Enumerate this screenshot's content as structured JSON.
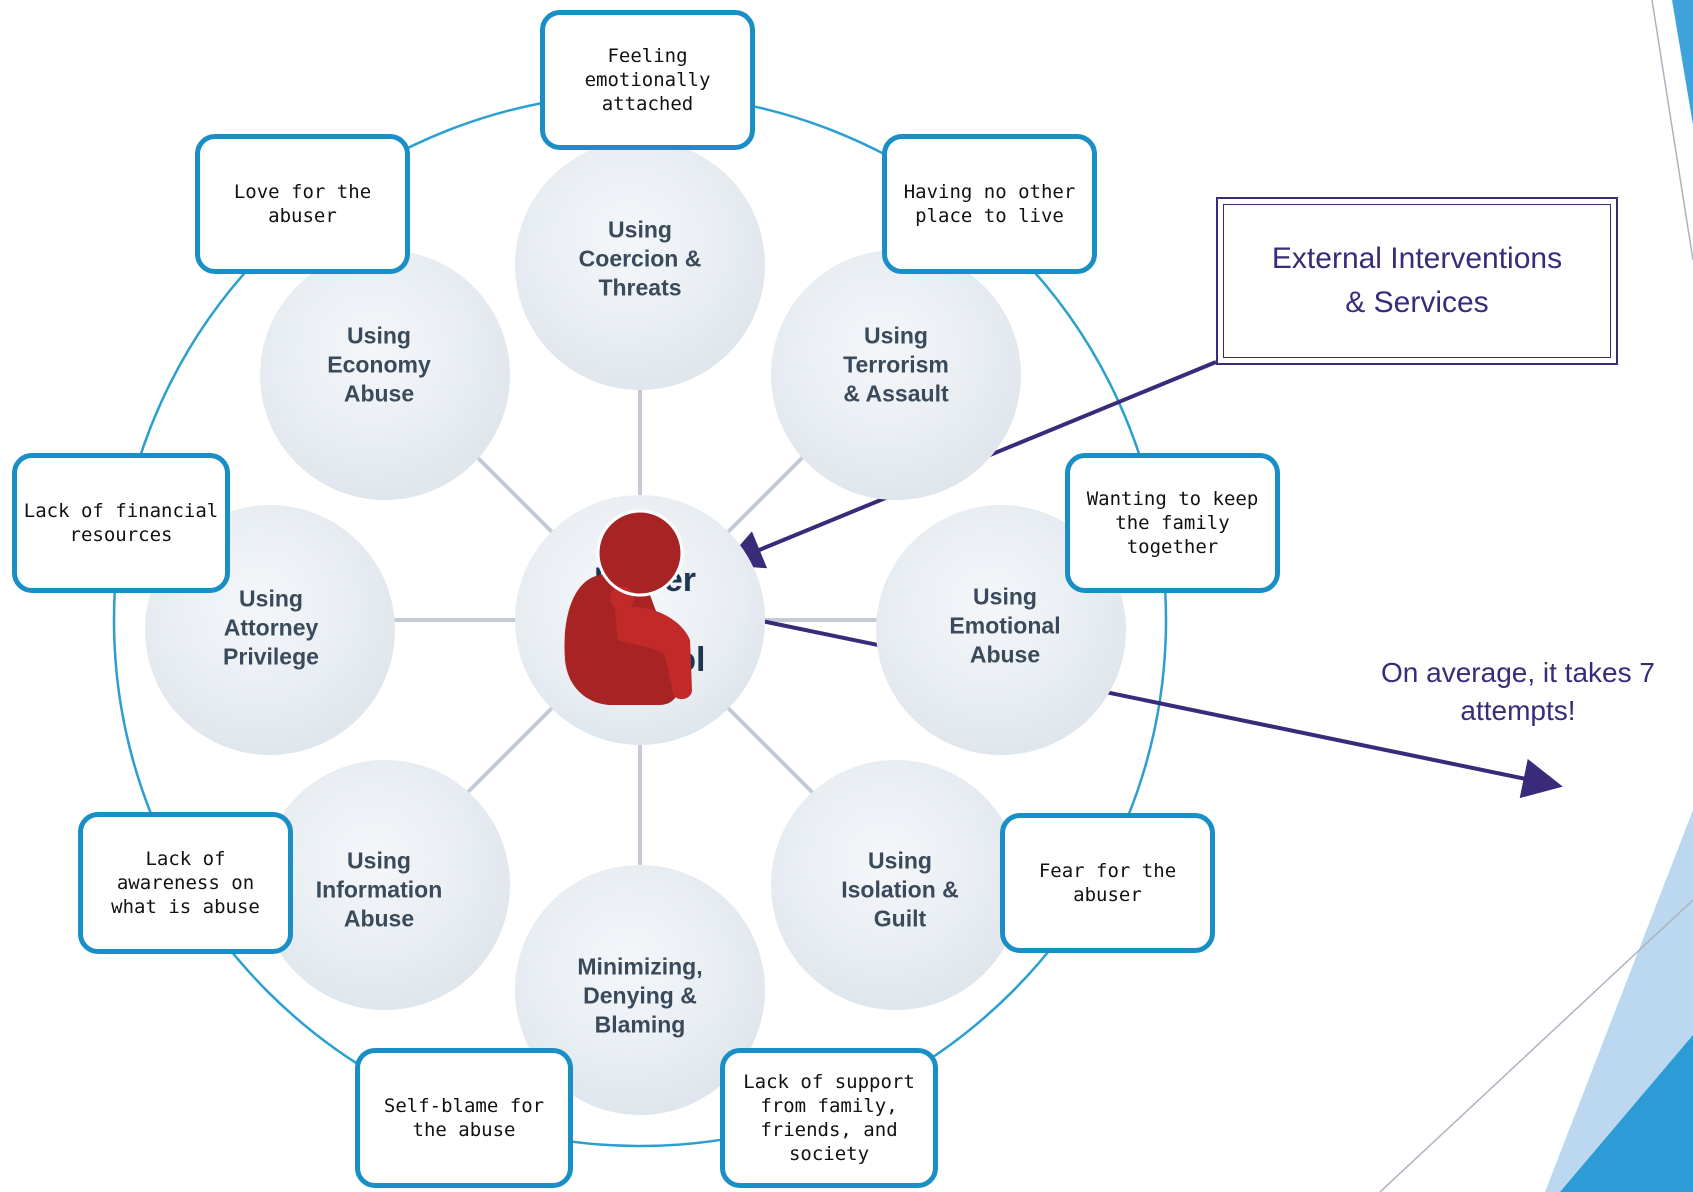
{
  "wheel": {
    "hub_label": "Power\n&\nControl",
    "spokes": [
      {
        "id": "coercion",
        "label": "Using\nCoercion &\nThreats"
      },
      {
        "id": "terrorism",
        "label": "Using\nTerrorism\n& Assault"
      },
      {
        "id": "emotional",
        "label": "Using\nEmotional\nAbuse"
      },
      {
        "id": "isolation",
        "label": "Using\nIsolation &\nGuilt"
      },
      {
        "id": "minimizing",
        "label": "Minimizing,\nDenying &\nBlaming"
      },
      {
        "id": "information",
        "label": "Using\nInformation\nAbuse"
      },
      {
        "id": "attorney",
        "label": "Using\nAttorney\nPrivilege"
      },
      {
        "id": "economy",
        "label": "Using\nEconomy\nAbuse"
      }
    ]
  },
  "reasons": [
    {
      "id": "emotionally-attached",
      "text": "Feeling\nemotionally\nattached"
    },
    {
      "id": "no-other-place",
      "text": "Having no other\nplace to live"
    },
    {
      "id": "keep-family",
      "text": "Wanting to keep\nthe family\ntogether"
    },
    {
      "id": "fear",
      "text": "Fear for the\nabuser"
    },
    {
      "id": "lack-support",
      "text": "Lack of support\nfrom family,\nfriends, and\nsociety"
    },
    {
      "id": "self-blame",
      "text": "Self-blame for\nthe abuse"
    },
    {
      "id": "lack-awareness",
      "text": "Lack of\nawareness on\nwhat is abuse"
    },
    {
      "id": "lack-financial",
      "text": "Lack of financial\nresources"
    },
    {
      "id": "love",
      "text": "Love for the\nabuser"
    }
  ],
  "external_box": {
    "text": "External Interventions\n& Services"
  },
  "attempts_note": {
    "text": "On average, it takes 7\nattempts!"
  },
  "icons": {
    "center": "sitting-person-icon"
  },
  "colors": {
    "wheel_ring": "#2a9fd0",
    "note_border": "#1a8fc6",
    "accent_text": "#3a2a7a",
    "arrow": "#3a2a7a",
    "figure": "#a82424",
    "corner_light": "#bcd8f0",
    "corner_dark": "#2c9bd6"
  }
}
